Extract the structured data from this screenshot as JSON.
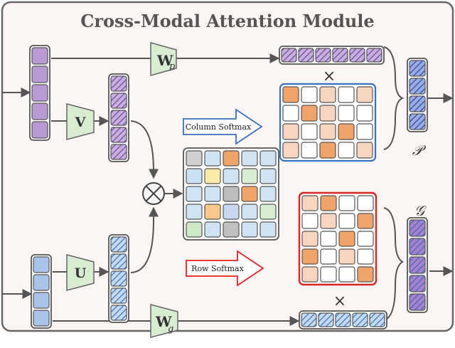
{
  "title": "Cross-Modal Attention Module",
  "labels": {
    "wp_main": "W",
    "wp_sub": "p",
    "wg_main": "W",
    "wg_sub": "g",
    "v": "V",
    "u": "U",
    "times_top": "×",
    "times_bottom": "×",
    "p_label": "𝒫",
    "g_label": "𝒢"
  },
  "arrows": {
    "column_softmax": "Column Softmax",
    "row_softmax": "Row Softmax"
  },
  "colors": {
    "background": "#fbf5f3",
    "border": "#555555",
    "purple_fill": "#b89ad4",
    "blue_fill": "#a9c4e8",
    "trapezoid_fill": "#d8ecd2",
    "column_softmax_outline": "#3a6fbf",
    "row_softmax_outline": "#dd2222",
    "orange_strong": "#f0a46a",
    "orange_light": "#f7d5c0"
  },
  "matrices": {
    "affinity": [
      [
        "#d0d0d0",
        "#cfe3f3",
        "#f0a46a",
        "#cfe3f3",
        "#cfe3f3"
      ],
      [
        "#c9e0f2",
        "#fbe9a8",
        "#cfe3f3",
        "#d7ecd0",
        "#cfe3f3"
      ],
      [
        "#cfe3f3",
        "#cfe3f3",
        "#bdbdbd",
        "#f0a46a",
        "#cfe3f3"
      ],
      [
        "#cfe3f3",
        "#f7c78c",
        "#c9d8f0",
        "#cfe3f3",
        "#d7ecd0"
      ],
      [
        "#cfe8c8",
        "#cfe3f3",
        "#c0c0c0",
        "#cfe3f3",
        "#cfe3f3"
      ]
    ],
    "column_softmax": [
      [
        "#f0a46a",
        "#ffffff",
        "#f7d5c0",
        "#ffffff",
        "#f7d5c0"
      ],
      [
        "#ffffff",
        "#f0a46a",
        "#f7d5c0",
        "#ffffff",
        "#ffffff"
      ],
      [
        "#f7d5c0",
        "#ffffff",
        "#f7d5c0",
        "#f0a46a",
        "#ffffff"
      ],
      [
        "#f7d5c0",
        "#ffffff",
        "#f0a46a",
        "#ffffff",
        "#f7d5c0"
      ]
    ],
    "row_softmax": [
      [
        "#f7d5c0",
        "#f0a46a",
        "#ffffff",
        "#ffffff"
      ],
      [
        "#ffffff",
        "#f7d5c0",
        "#ffffff",
        "#f0a46a"
      ],
      [
        "#f7d5c0",
        "#ffffff",
        "#f0a46a",
        "#ffffff"
      ],
      [
        "#f0a46a",
        "#ffffff",
        "#f7d5c0",
        "#ffffff"
      ],
      [
        "#f7d5c0",
        "#ffffff",
        "#ffffff",
        "#f0a46a"
      ]
    ]
  }
}
